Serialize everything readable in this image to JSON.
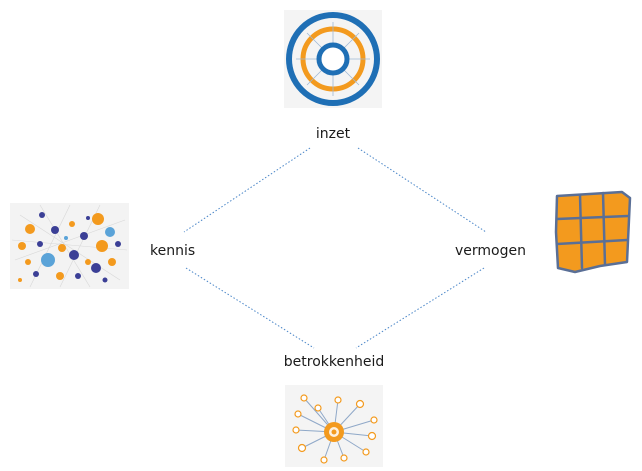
{
  "nodes": {
    "top": {
      "label": "inzet",
      "icon": "target-rings-icon"
    },
    "left": {
      "label": "kennis",
      "icon": "knowledge-network-icon"
    },
    "right": {
      "label": "vermogen",
      "icon": "orange-grid-icon"
    },
    "bottom": {
      "label": "betrokkenheid",
      "icon": "hub-network-icon"
    }
  },
  "colors": {
    "connector": "#4a86c8",
    "orange": "#f39a1e",
    "blue": "#1f6fb5",
    "purple": "#3b3f96",
    "lightblue": "#5aa3d8",
    "grid_line": "#5a6f96"
  }
}
